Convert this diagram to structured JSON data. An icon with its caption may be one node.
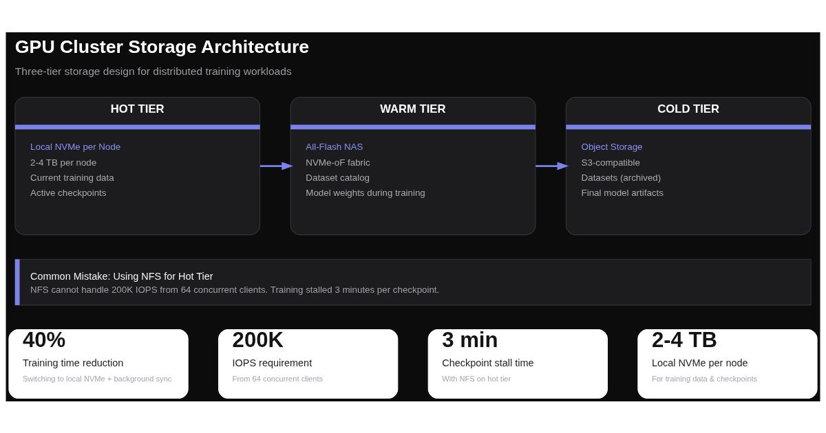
{
  "diagram": {
    "title": "GPU Cluster Storage Architecture",
    "caption": "Three-tier storage design for distributed training workloads",
    "nodes": [
      {
        "text": [
          "HOT TIER",
          "Local NVMe per Node",
          "2-4 TB per node",
          "Current training data",
          "Active checkpoints"
        ]
      },
      {
        "text": [
          "WARM TIER",
          "All-Flash NAS",
          "NVMe-oF fabric",
          "Dataset catalog",
          "Model weights during training"
        ]
      },
      {
        "text": [
          "COLD TIER",
          "Object Storage",
          "S3-compatible",
          "Datasets (archived)",
          "Final model artifacts"
        ]
      },
      {
        "text": [
          "Common Mistake: Using NFS for Hot Tier",
          "NFS cannot handle 200K IOPS from 64 concurrent clients. Training stalled 3 minutes per checkpoint."
        ]
      },
      {
        "text": [
          "40%",
          "Training time reduction",
          "Switching to local NVMe + background sync"
        ]
      },
      {
        "text": [
          "200K",
          "IOPS requirement",
          "From 64 concurrent clients"
        ]
      },
      {
        "text": [
          "3 min",
          "Checkpoint stall time",
          "With NFS on hot tier"
        ]
      },
      {
        "text": [
          "2-4 TB",
          "Local NVMe per node",
          "For training data & checkpoints"
        ]
      }
    ],
    "edges": [
      {
        "from": 0,
        "to": 1,
        "arrow": "to"
      },
      {
        "from": 1,
        "to": 2,
        "arrow": "to"
      }
    ]
  }
}
